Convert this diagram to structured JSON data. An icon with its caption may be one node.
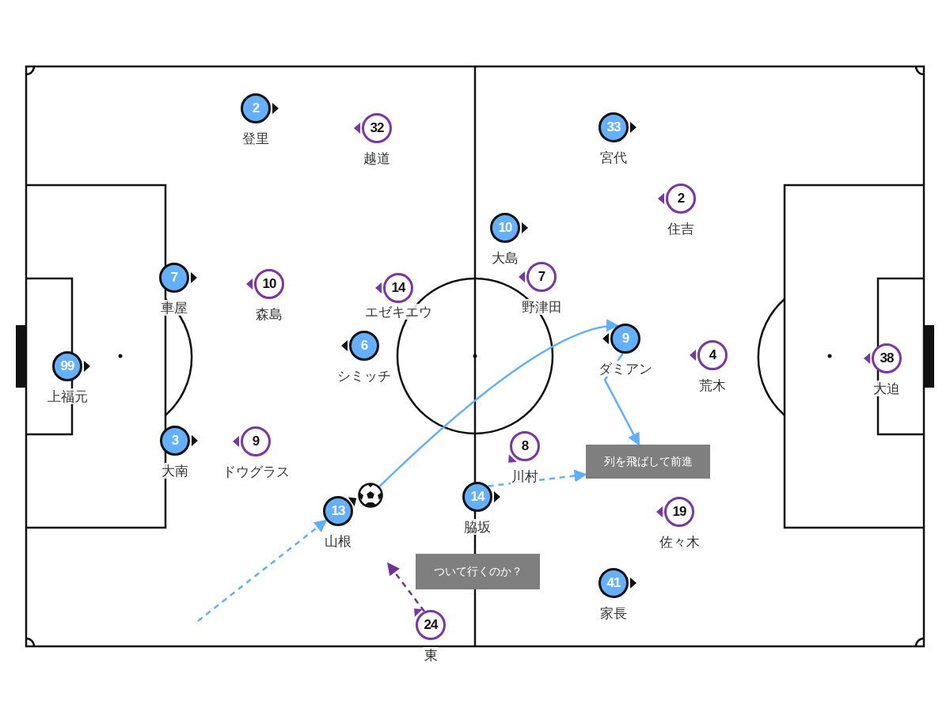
{
  "diagram": {
    "nodes": [
      {
        "text": [
          "2"
        ],
        "beside": [
          "登里"
        ]
      },
      {
        "text": [
          "33"
        ],
        "beside": [
          "宮代"
        ]
      },
      {
        "text": [
          "32"
        ],
        "beside": [
          "越道"
        ]
      },
      {
        "text": [
          "2"
        ],
        "beside": [
          "住吉"
        ]
      },
      {
        "text": [
          "10"
        ],
        "beside": [
          "大島"
        ]
      },
      {
        "text": [
          "7"
        ],
        "beside": [
          "野津田"
        ]
      },
      {
        "text": [
          "7"
        ],
        "beside": [
          "車屋"
        ]
      },
      {
        "text": [
          "10"
        ],
        "beside": [
          "森島"
        ]
      },
      {
        "text": [
          "14"
        ],
        "beside": [
          "エゼキエウ"
        ]
      },
      {
        "text": [
          "9"
        ],
        "beside": [
          "ダミアン"
        ]
      },
      {
        "text": [
          "6"
        ],
        "beside": [
          "シミッチ"
        ]
      },
      {
        "text": [
          "4"
        ],
        "beside": [
          "荒木"
        ]
      },
      {
        "text": [
          "38"
        ],
        "beside": [
          "大迫"
        ]
      },
      {
        "text": [
          "99"
        ],
        "beside": [
          "上福元"
        ]
      },
      {
        "text": [
          "3"
        ],
        "beside": [
          "大南"
        ]
      },
      {
        "text": [
          "9"
        ],
        "beside": [
          "ドウグラス"
        ]
      },
      {
        "text": [
          "8"
        ],
        "beside": [
          "川村"
        ]
      },
      {
        "text": [
          "列を飛ばして前進"
        ]
      },
      {
        "text": [],
        "shape": "ball"
      },
      {
        "text": [
          "14"
        ],
        "beside": [
          "脇坂"
        ]
      },
      {
        "text": [
          "13"
        ],
        "beside": [
          "山根"
        ]
      },
      {
        "text": [
          "19"
        ],
        "beside": [
          "佐々木"
        ]
      },
      {
        "text": [
          "ついて行くのか？"
        ]
      },
      {
        "text": [
          "41"
        ],
        "beside": [
          "家長"
        ]
      },
      {
        "text": [
          "24"
        ],
        "beside": [
          "東"
        ]
      }
    ],
    "edges": [
      {
        "from": null,
        "to": 20,
        "arrow": "to",
        "style": "dashed"
      },
      {
        "from": 18,
        "to": 9,
        "arrow": "to"
      },
      {
        "from": 9,
        "to": 17,
        "arrow": "to"
      },
      {
        "from": 19,
        "to": 17,
        "arrow": "to",
        "style": "dashed"
      },
      {
        "from": 24,
        "to": null,
        "arrow": "to",
        "style": "dashed",
        "color": "#7030a0"
      }
    ]
  }
}
